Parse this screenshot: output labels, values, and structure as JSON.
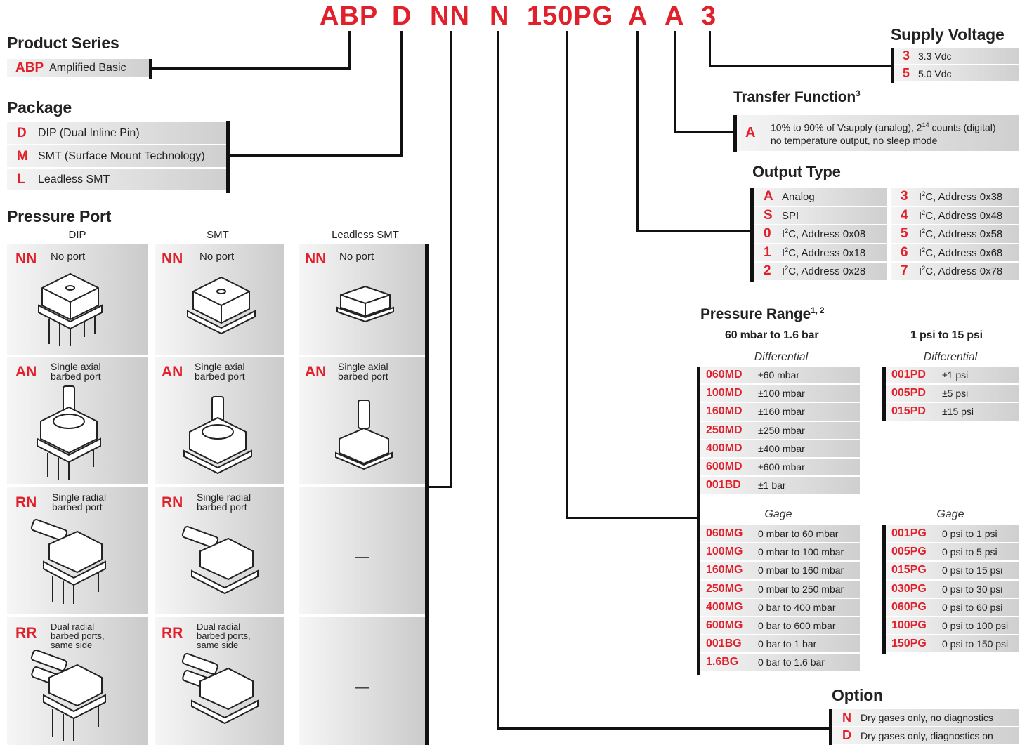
{
  "part_number": {
    "seg1": "ABP",
    "seg2": "D",
    "seg3": "NN",
    "seg4": "N",
    "seg5": "150PG",
    "seg6": "A",
    "seg7": "A",
    "seg8": "3"
  },
  "product_series": {
    "title": "Product Series",
    "code": "ABP",
    "desc": "Amplified Basic"
  },
  "package": {
    "title": "Package",
    "items": [
      {
        "code": "D",
        "desc": "DIP (Dual Inline Pin)"
      },
      {
        "code": "M",
        "desc": "SMT (Surface Mount Technology)"
      },
      {
        "code": "L",
        "desc": "Leadless SMT"
      }
    ]
  },
  "pressure_port": {
    "title": "Pressure Port",
    "col1": "DIP",
    "col2": "SMT",
    "col3": "Leadless SMT",
    "r1": {
      "code": "NN",
      "label": "No port"
    },
    "r2": {
      "code": "AN",
      "label1": "Single axial",
      "label2": "barbed port"
    },
    "r3": {
      "code": "RN",
      "label1": "Single radial",
      "label2": "barbed port"
    },
    "r4": {
      "code": "RR",
      "label1": "Dual radial",
      "label2": "barbed ports,",
      "label3": "same side"
    },
    "dash": "—"
  },
  "supply_voltage": {
    "title": "Supply Voltage",
    "items": [
      {
        "code": "3",
        "desc": "3.3 Vdc"
      },
      {
        "code": "5",
        "desc": "5.0 Vdc"
      }
    ]
  },
  "transfer_function": {
    "title": "Transfer Function",
    "sup": "3",
    "code": "A",
    "line1a": "10% to 90% of Vsupply (analog), 2",
    "line1sup": "14",
    "line1b": " counts (digital)",
    "line2": "no temperature output, no sleep mode"
  },
  "output_type": {
    "title": "Output Type",
    "left": [
      {
        "code": "A",
        "pre": "Analog",
        "sup": "",
        "post": ""
      },
      {
        "code": "S",
        "pre": "SPI",
        "sup": "",
        "post": ""
      },
      {
        "code": "0",
        "pre": "I",
        "sup": "2",
        "post": "C, Address 0x08"
      },
      {
        "code": "1",
        "pre": "I",
        "sup": "2",
        "post": "C, Address 0x18"
      },
      {
        "code": "2",
        "pre": "I",
        "sup": "2",
        "post": "C, Address 0x28"
      }
    ],
    "right": [
      {
        "code": "3",
        "pre": "I",
        "sup": "2",
        "post": "C, Address 0x38"
      },
      {
        "code": "4",
        "pre": "I",
        "sup": "2",
        "post": "C, Address 0x48"
      },
      {
        "code": "5",
        "pre": "I",
        "sup": "2",
        "post": "C, Address 0x58"
      },
      {
        "code": "6",
        "pre": "I",
        "sup": "2",
        "post": "C, Address 0x68"
      },
      {
        "code": "7",
        "pre": "I",
        "sup": "2",
        "post": "C, Address 0x78"
      }
    ]
  },
  "pressure_range": {
    "title": "Pressure Range",
    "sup": "1, 2",
    "col_mbar": "60 mbar to 1.6 bar",
    "col_psi": "1 psi to 15 psi",
    "differential": "Differential",
    "gage": "Gage",
    "diff_mbar": [
      {
        "code": "060MD",
        "desc": "±60 mbar"
      },
      {
        "code": "100MD",
        "desc": "±100 mbar"
      },
      {
        "code": "160MD",
        "desc": "±160 mbar"
      },
      {
        "code": "250MD",
        "desc": "±250 mbar"
      },
      {
        "code": "400MD",
        "desc": "±400 mbar"
      },
      {
        "code": "600MD",
        "desc": "±600 mbar"
      },
      {
        "code": "001BD",
        "desc": "±1 bar"
      }
    ],
    "diff_psi": [
      {
        "code": "001PD",
        "desc": "±1 psi"
      },
      {
        "code": "005PD",
        "desc": "±5 psi"
      },
      {
        "code": "015PD",
        "desc": "±15 psi"
      }
    ],
    "gage_mbar": [
      {
        "code": "060MG",
        "desc": "0 mbar to 60 mbar"
      },
      {
        "code": "100MG",
        "desc": "0 mbar to 100 mbar"
      },
      {
        "code": "160MG",
        "desc": "0 mbar to 160 mbar"
      },
      {
        "code": "250MG",
        "desc": "0 mbar to 250 mbar"
      },
      {
        "code": "400MG",
        "desc": "0 bar to 400 mbar"
      },
      {
        "code": "600MG",
        "desc": "0 bar to 600 mbar"
      },
      {
        "code": "001BG",
        "desc": "0 bar to 1 bar"
      },
      {
        "code": "1.6BG",
        "desc": "0 bar to 1.6 bar"
      }
    ],
    "gage_psi": [
      {
        "code": "001PG",
        "desc": "0 psi to 1 psi"
      },
      {
        "code": "005PG",
        "desc": "0 psi to 5 psi"
      },
      {
        "code": "015PG",
        "desc": "0 psi to 15 psi"
      },
      {
        "code": "030PG",
        "desc": "0 psi to 30 psi"
      },
      {
        "code": "060PG",
        "desc": "0 psi to 60 psi"
      },
      {
        "code": "100PG",
        "desc": "0 psi to 100 psi"
      },
      {
        "code": "150PG",
        "desc": "0 psi to 150 psi"
      }
    ]
  },
  "option": {
    "title": "Option",
    "items": [
      {
        "code": "N",
        "desc": "Dry gases only, no diagnostics"
      },
      {
        "code": "D",
        "desc": "Dry gases only, diagnostics on"
      }
    ]
  },
  "colors": {
    "accent": "#e0202b",
    "line": "#111111"
  }
}
